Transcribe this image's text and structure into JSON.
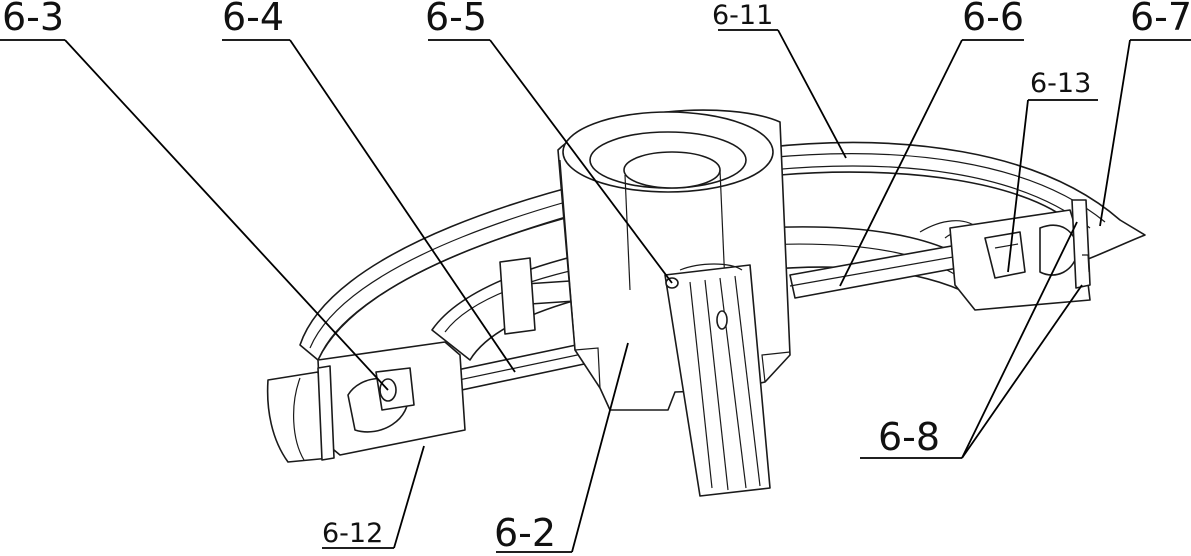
{
  "labels": {
    "l63": "6-3",
    "l64": "6-4",
    "l65": "6-5",
    "l611": "6-11",
    "l66": "6-6",
    "l67": "6-7",
    "l613": "6-13",
    "l68": "6-8",
    "l612": "6-12",
    "l62": "6-2"
  }
}
